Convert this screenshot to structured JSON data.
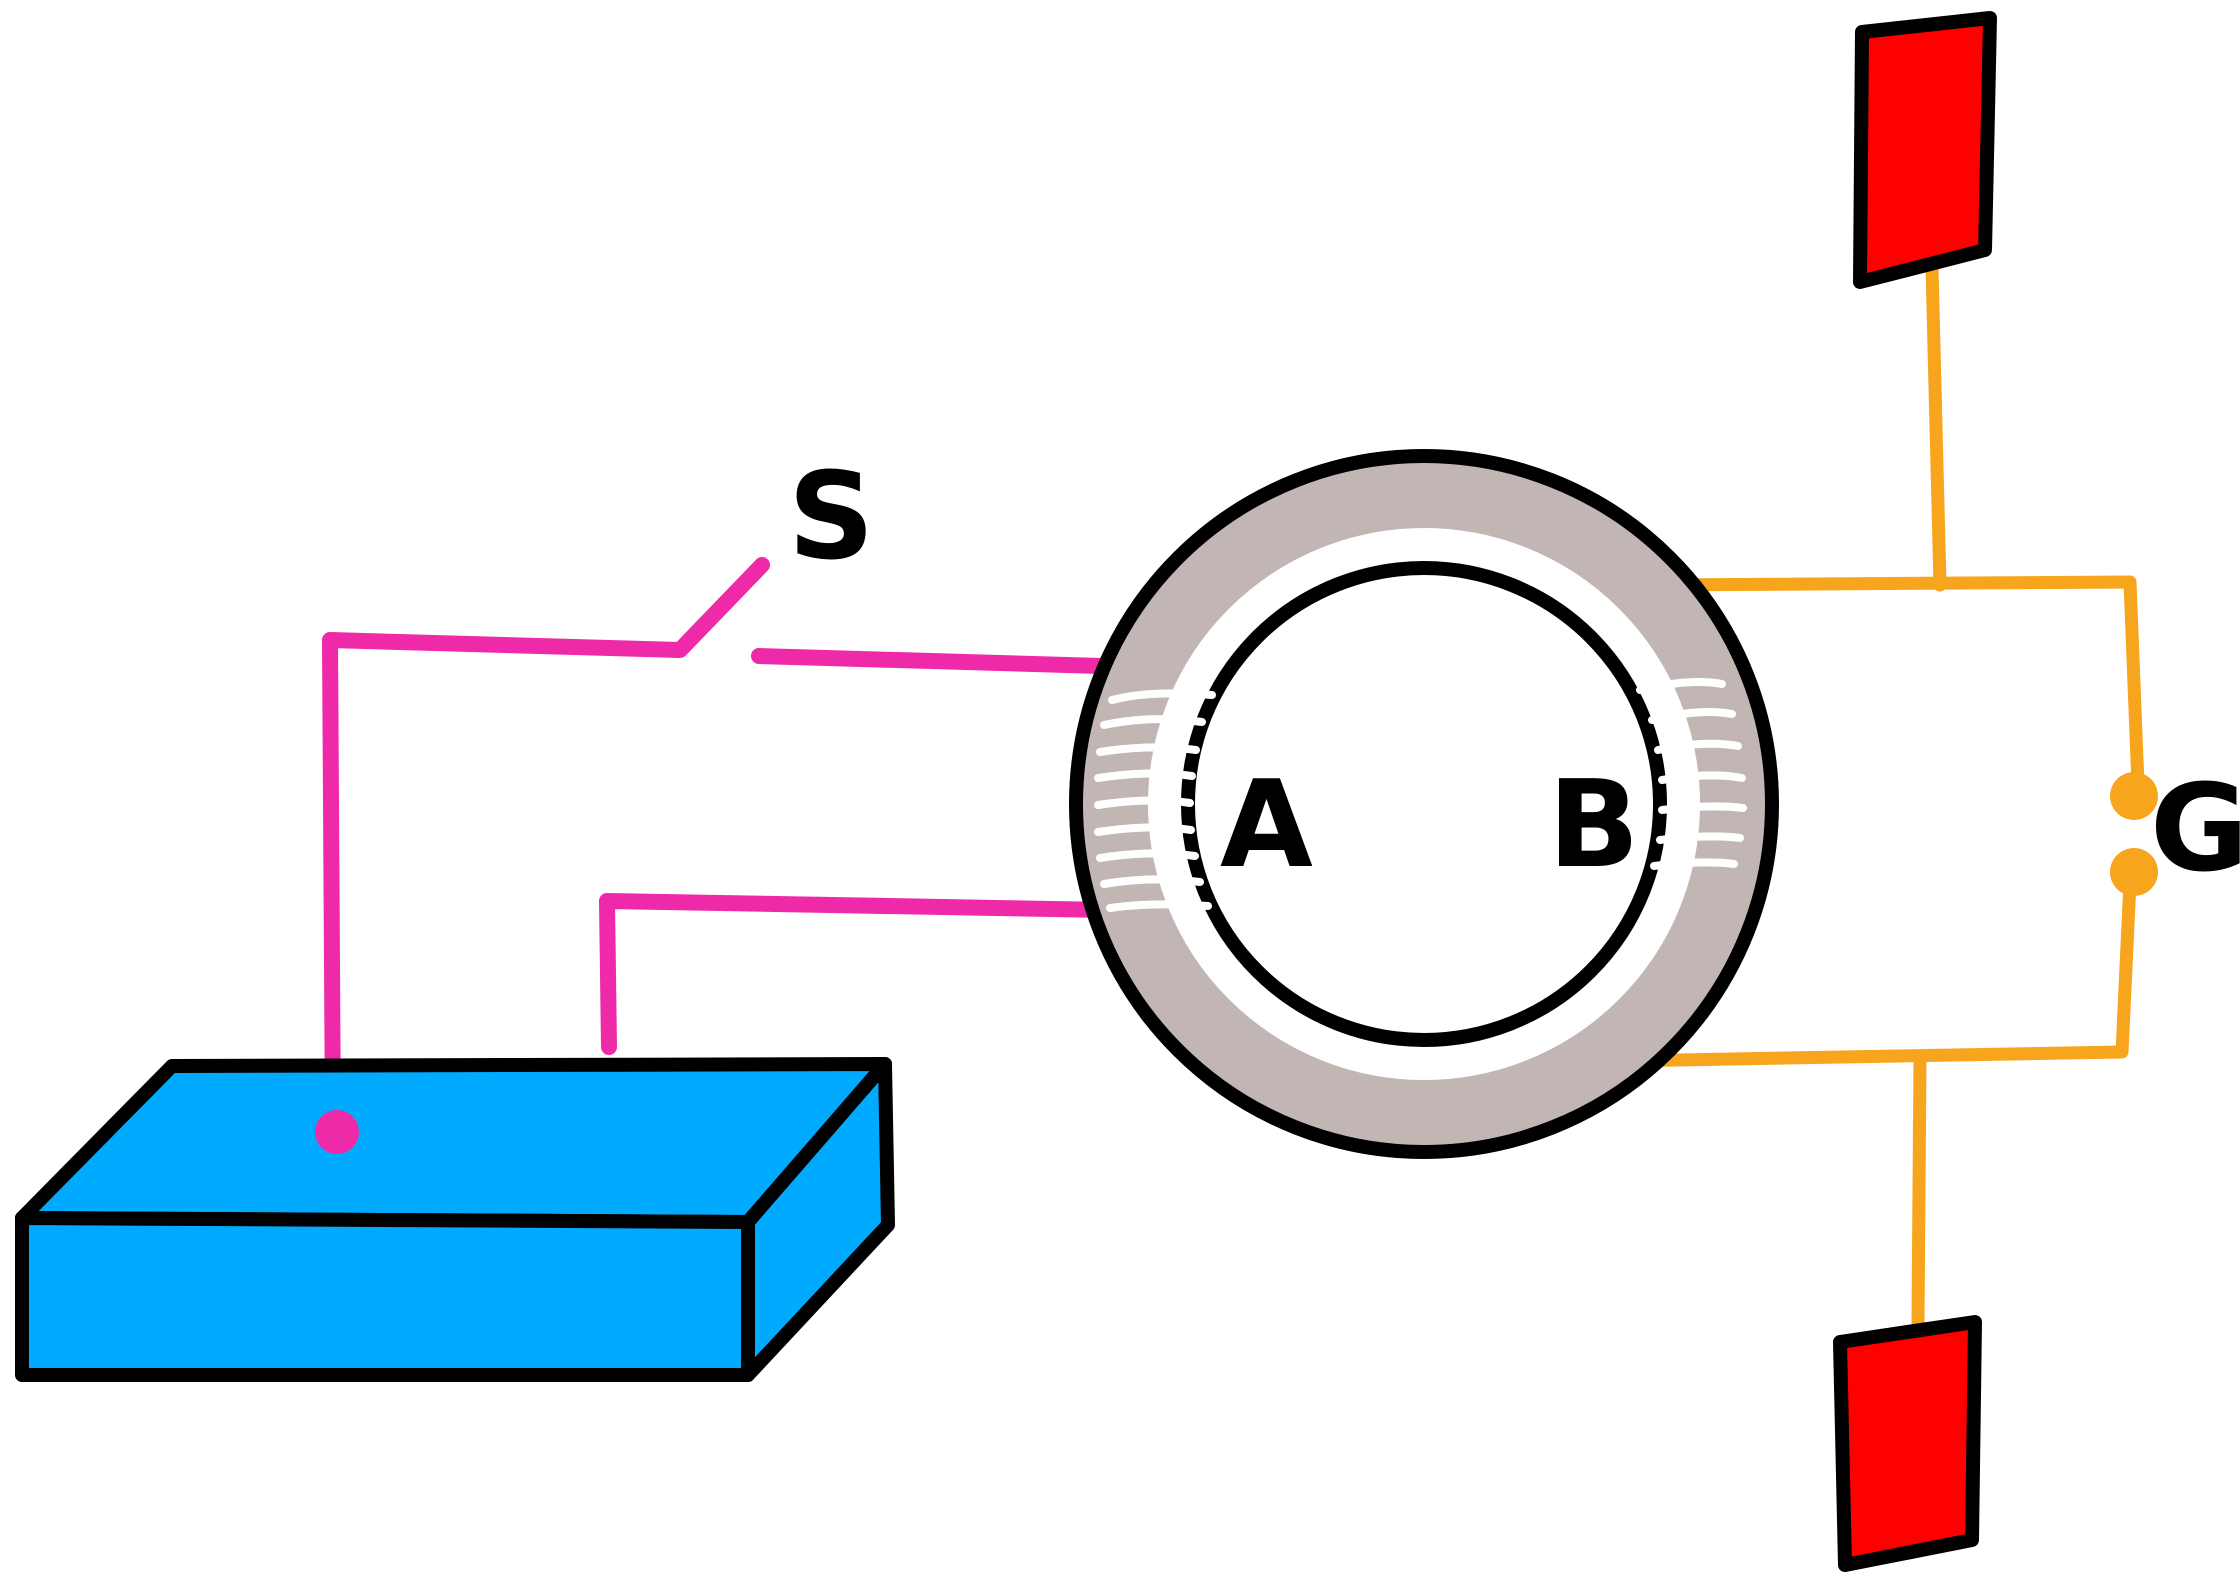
{
  "diagram": {
    "labels": {
      "switch": "S",
      "coil_a": "A",
      "coil_b": "B",
      "galvanometer": "G"
    },
    "colors": {
      "primary_wire": "#ee2aa8",
      "secondary_wire": "#f7a51c",
      "battery": "#00aaff",
      "ring": "#c2b6b4",
      "coil_turns": "#ffffff",
      "plates": "#ff0000",
      "outline": "#000000"
    },
    "components": [
      "battery",
      "switch",
      "iron-ring",
      "coil-a",
      "coil-b",
      "galvanometer",
      "top-plate",
      "bottom-plate"
    ]
  }
}
